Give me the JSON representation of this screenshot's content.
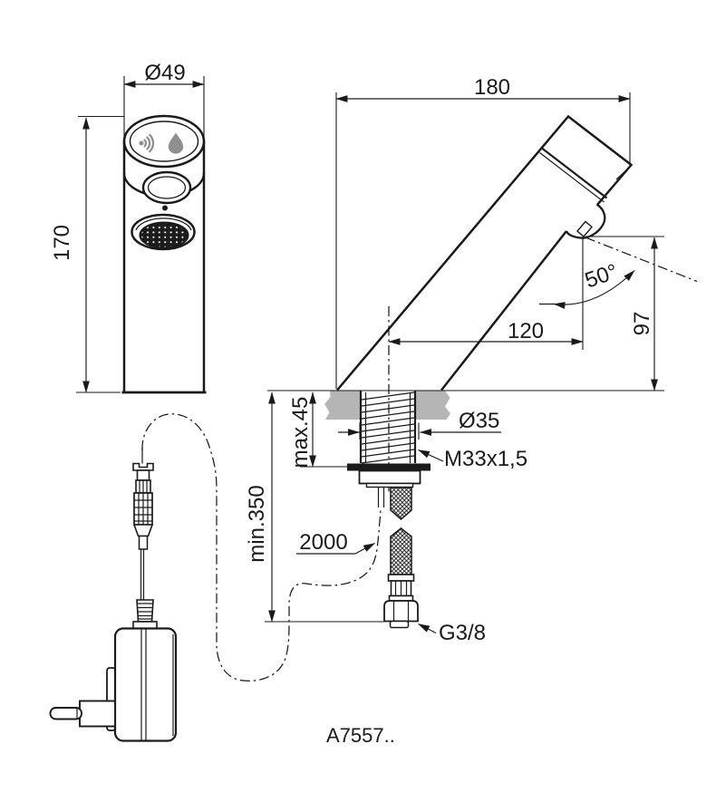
{
  "drawing": {
    "part_number": "A7557..",
    "front_view": {
      "diameter": "Ø49",
      "height": "170"
    },
    "side_view": {
      "length": "180",
      "angle": "50°",
      "reach": "120",
      "outlet_height": "97"
    },
    "install": {
      "deck_max": "max.45",
      "hole": "Ø35",
      "thread": "M33x1,5",
      "clearance": "min.350",
      "cable": "2000",
      "inlet": "G3/8"
    }
  },
  "colors": {
    "line": "#1a1a1a",
    "counter": "#b5b5b5",
    "icon": "#8f8f8f",
    "aerator": "#1c1c1c"
  }
}
